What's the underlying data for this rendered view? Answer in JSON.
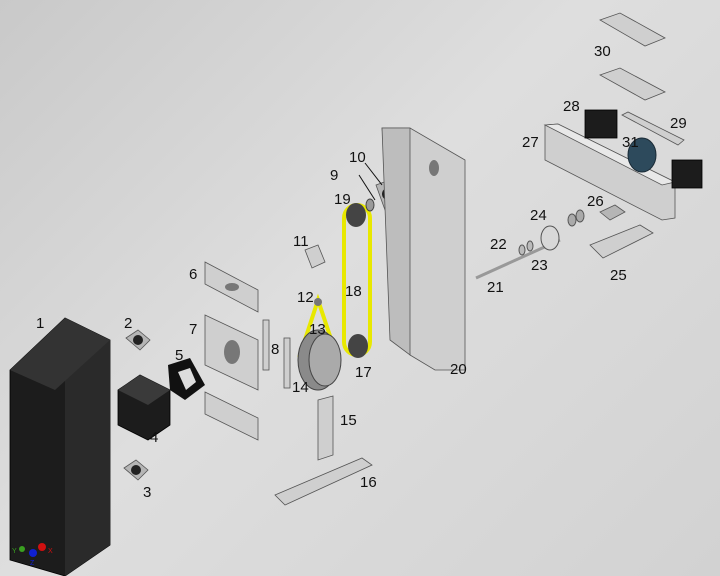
{
  "labels": {
    "p1": "1",
    "p2": "2",
    "p3": "3",
    "p4": "4",
    "p5": "5",
    "p6": "6",
    "p7": "7",
    "p8": "8",
    "p9": "9",
    "p10": "10",
    "p11": "11",
    "p12": "12",
    "p13": "13",
    "p14": "14",
    "p15": "15",
    "p16": "16",
    "p17": "17",
    "p18": "18",
    "p19": "19",
    "p20": "20",
    "p21": "21",
    "p22": "22",
    "p23": "23",
    "p24": "24",
    "p25": "25",
    "p26": "26",
    "p27": "27",
    "p28": "28",
    "p29": "29",
    "p30": "30",
    "p31": "31"
  },
  "axes": {
    "x": "X",
    "y": "Y",
    "z": "Z"
  },
  "colors": {
    "belt": "#e8e800",
    "housing": "#1c1c1c",
    "metal": "#cfcfcf",
    "pulley_teeth": "#2d4a5c",
    "axis_x": "#d01010",
    "axis_y": "#3aa020",
    "axis_z": "#1020d0"
  }
}
